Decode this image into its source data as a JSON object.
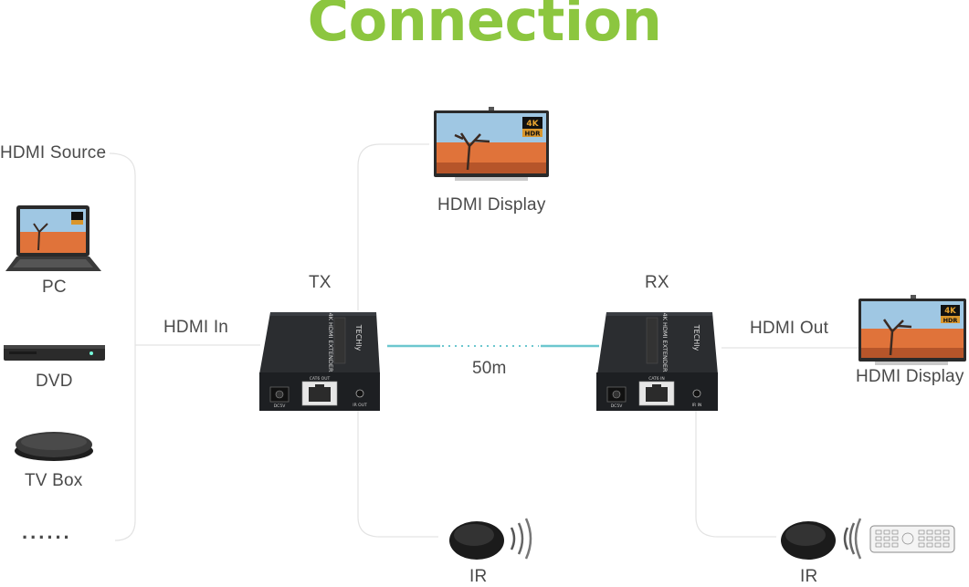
{
  "title": "Connection",
  "labels": {
    "hdmi_source": "HDMI Source",
    "pc": "PC",
    "dvd": "DVD",
    "tv_box": "TV Box",
    "more": "......",
    "hdmi_in": "HDMI In",
    "tx": "TX",
    "rx": "RX",
    "distance": "50m",
    "hdmi_out": "HDMI Out",
    "top_display": "HDMI Display",
    "right_display": "HDMI Display",
    "ir_left": "IR",
    "ir_right": "IR"
  },
  "device_text": {
    "tx_model": "4K HDMI EXTENDER",
    "rx_model": "4K HDMI EXTENDER",
    "tx_port": "CAT6 OUT",
    "rx_port": "CAT6 IN",
    "power": "DC5V",
    "ir_out": "IR OUT",
    "ir_in": "IR IN",
    "badge": "4K",
    "badge2": "HDR"
  },
  "colors": {
    "title": "#8cc63f",
    "cable": "#6cc7cf",
    "line": "#e3e3e3",
    "device": "#2b2d30"
  }
}
